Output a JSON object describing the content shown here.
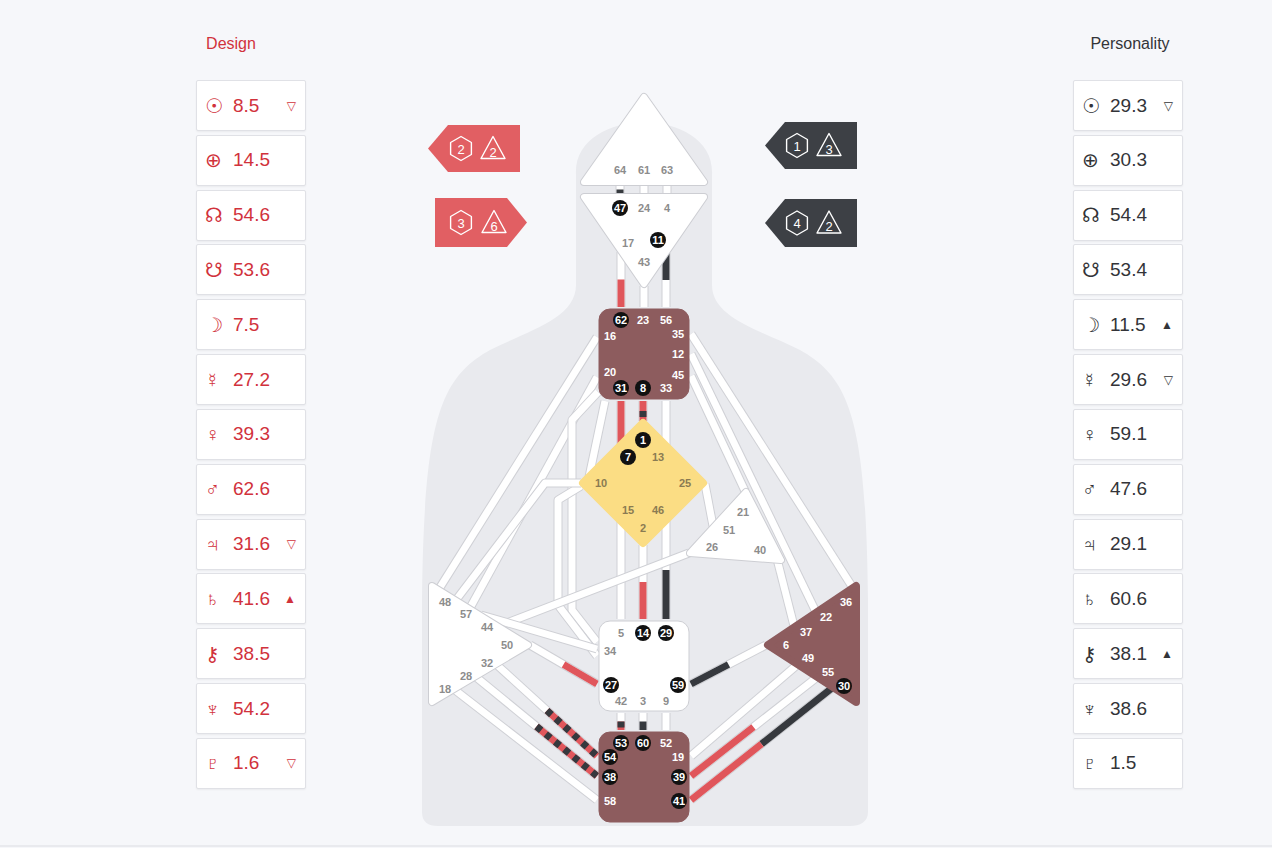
{
  "diagram": {
    "nodes": [
      {
        "text": [
          "☉",
          "8.5",
          "▽"
        ]
      },
      {
        "text": [
          "⊕",
          "14.5"
        ]
      },
      {
        "text": [
          "☊",
          "54.6"
        ]
      },
      {
        "text": [
          "☋",
          "53.6"
        ]
      },
      {
        "text": [
          "☽",
          "7.5"
        ]
      },
      {
        "text": [
          "☿",
          "27.2"
        ]
      },
      {
        "text": [
          "♀",
          "39.3"
        ]
      },
      {
        "text": [
          "♂",
          "62.6"
        ]
      },
      {
        "text": [
          "♃",
          "31.6",
          "▽"
        ]
      },
      {
        "text": [
          "♄",
          "41.6",
          "▲"
        ]
      },
      {
        "text": [
          "⚷",
          "38.5"
        ]
      },
      {
        "text": [
          "♆",
          "54.2"
        ]
      },
      {
        "text": [
          "♇",
          "1.6",
          "▽"
        ]
      },
      {
        "text": [
          "2",
          "2"
        ]
      },
      {
        "text": [
          "3",
          "6"
        ]
      },
      {
        "text": [
          "64",
          "61",
          "63"
        ]
      },
      {
        "text": [
          "47",
          "24",
          "4",
          "17",
          "11",
          "43"
        ]
      },
      {
        "text": [
          "62",
          "23",
          "56",
          "16",
          "35",
          "12",
          "20",
          "45",
          "31",
          "8",
          "33"
        ]
      },
      {
        "text": [
          "1",
          "7",
          "13",
          "10",
          "25",
          "15",
          "46",
          "2"
        ]
      },
      {
        "text": [
          "21",
          "51",
          "26",
          "40"
        ]
      },
      {
        "text": [
          "48",
          "57",
          "44",
          "50",
          "32",
          "28",
          "18"
        ]
      },
      {
        "text": [
          "5",
          "14",
          "29",
          "34",
          "27",
          "59",
          "42",
          "3",
          "9"
        ]
      },
      {
        "text": [
          "36",
          "22",
          "37",
          "6",
          "49",
          "55",
          "30"
        ]
      },
      {
        "text": [
          "53",
          "60",
          "52",
          "54",
          "19",
          "38",
          "39",
          "58",
          "41"
        ]
      },
      {
        "text": [
          "1",
          "3"
        ]
      },
      {
        "text": [
          "4",
          "2"
        ]
      },
      {
        "text": [
          "☉",
          "29.3",
          "▽"
        ]
      },
      {
        "text": [
          "⊕",
          "30.3"
        ]
      },
      {
        "text": [
          "☊",
          "54.4"
        ]
      },
      {
        "text": [
          "☋",
          "53.4"
        ]
      },
      {
        "text": [
          "☽",
          "11.5",
          "▲"
        ]
      },
      {
        "text": [
          "☿",
          "29.6",
          "▽"
        ]
      },
      {
        "text": [
          "♀",
          "59.1"
        ]
      },
      {
        "text": [
          "♂",
          "47.6"
        ]
      },
      {
        "text": [
          "♃",
          "29.1"
        ]
      },
      {
        "text": [
          "♄",
          "60.6"
        ]
      },
      {
        "text": [
          "⚷",
          "38.1",
          "▲"
        ]
      },
      {
        "text": [
          "♆",
          "38.6"
        ]
      },
      {
        "text": [
          "♇",
          "1.5"
        ]
      }
    ],
    "edges": [
      {
        "from": 15,
        "to": 16,
        "arrow": "none"
      },
      {
        "from": 15,
        "to": 16,
        "arrow": "none"
      },
      {
        "from": 15,
        "to": 16,
        "arrow": "none"
      },
      {
        "from": 16,
        "to": 17,
        "arrow": "none"
      },
      {
        "from": 16,
        "to": 17,
        "arrow": "none"
      },
      {
        "from": 16,
        "to": 17,
        "arrow": "none"
      },
      {
        "from": 17,
        "to": 18,
        "arrow": "none"
      },
      {
        "from": 17,
        "to": 18,
        "arrow": "none"
      },
      {
        "from": 17,
        "to": 18,
        "arrow": "none"
      },
      {
        "from": 18,
        "to": 17,
        "arrow": "none"
      },
      {
        "from": 17,
        "to": 20,
        "arrow": "none"
      },
      {
        "from": 17,
        "to": 20,
        "arrow": "none"
      },
      {
        "from": 17,
        "to": 21,
        "arrow": "none"
      },
      {
        "from": 17,
        "to": 19,
        "arrow": "none"
      },
      {
        "from": 17,
        "to": 22,
        "arrow": "none"
      },
      {
        "from": 17,
        "to": 22,
        "arrow": "none"
      },
      {
        "from": 18,
        "to": 19,
        "arrow": "none"
      },
      {
        "from": 18,
        "to": 21,
        "arrow": "none"
      },
      {
        "from": 18,
        "to": 21,
        "arrow": "none"
      },
      {
        "from": 18,
        "to": 21,
        "arrow": "none"
      },
      {
        "from": 18,
        "to": 21,
        "arrow": "none"
      },
      {
        "from": 18,
        "to": 20,
        "arrow": "none"
      },
      {
        "from": 19,
        "to": 20,
        "arrow": "none"
      },
      {
        "from": 19,
        "to": 22,
        "arrow": "none"
      },
      {
        "from": 20,
        "to": 21,
        "arrow": "none"
      },
      {
        "from": 20,
        "to": 21,
        "arrow": "none"
      },
      {
        "from": 20,
        "to": 23,
        "arrow": "none"
      },
      {
        "from": 20,
        "to": 23,
        "arrow": "none"
      },
      {
        "from": 20,
        "to": 23,
        "arrow": "none"
      },
      {
        "from": 21,
        "to": 23,
        "arrow": "none"
      },
      {
        "from": 21,
        "to": 23,
        "arrow": "none"
      },
      {
        "from": 21,
        "to": 23,
        "arrow": "none"
      },
      {
        "from": 21,
        "to": 22,
        "arrow": "none"
      },
      {
        "from": 22,
        "to": 23,
        "arrow": "none"
      },
      {
        "from": 22,
        "to": 23,
        "arrow": "none"
      },
      {
        "from": 22,
        "to": 23,
        "arrow": "none"
      }
    ],
    "labels": [
      "Design",
      "Personality"
    ]
  }
}
